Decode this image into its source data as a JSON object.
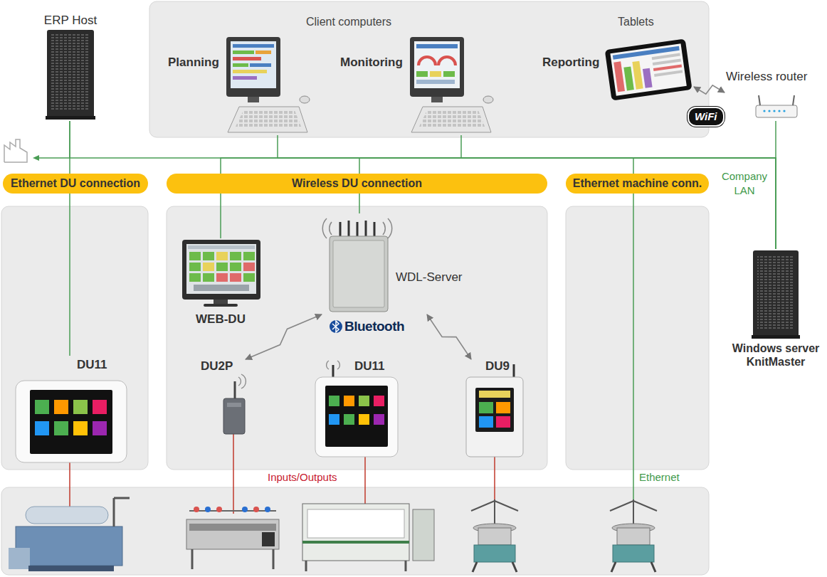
{
  "diagram": {
    "nodes": [
      {
        "text": [
          "ERP Host"
        ]
      },
      {
        "text": [
          "Client computers",
          "Tablets"
        ]
      },
      {
        "text": [
          "Planning"
        ],
        "in": 1
      },
      {
        "text": [
          "Monitoring"
        ],
        "in": 1
      },
      {
        "text": [
          "Reporting"
        ],
        "in": 1
      },
      {
        "text": [
          "Wireless router"
        ]
      },
      {
        "text": [
          "Ethernet DU connection"
        ]
      },
      {
        "text": [
          "Wireless DU connection"
        ]
      },
      {
        "text": [
          "Ethernet machine conn."
        ]
      },
      {
        "text": [
          "DU11"
        ]
      },
      {
        "text": [
          "WEB-DU"
        ]
      },
      {
        "text": [
          "WDL-Server"
        ]
      },
      {
        "text": [
          "DU2P"
        ]
      },
      {
        "text": [
          "DU11"
        ]
      },
      {
        "text": [
          "DU9"
        ]
      },
      {
        "text": [
          "Windows server KnitMaster"
        ]
      }
    ],
    "edges": [
      {
        "from": 2,
        "to": 15,
        "arrow": "none"
      },
      {
        "from": 3,
        "to": 15,
        "arrow": "none"
      },
      {
        "from": 0,
        "to": 15,
        "arrow": "none"
      },
      {
        "from": 5,
        "to": 15,
        "arrow": "none"
      },
      {
        "from": 0,
        "to": 9,
        "arrow": "none"
      },
      {
        "from": 10,
        "to": 15,
        "arrow": "none"
      },
      {
        "from": 11,
        "to": 15,
        "arrow": "none"
      },
      {
        "from": 4,
        "to": 5,
        "arrow": "both"
      },
      {
        "from": 11,
        "to": 12,
        "arrow": "both"
      },
      {
        "from": 11,
        "to": 14,
        "arrow": "both"
      }
    ],
    "labels": [
      "Company LAN",
      "WiFi",
      "Bluetooth",
      "Inputs/Outputs",
      "Ethernet"
    ]
  }
}
